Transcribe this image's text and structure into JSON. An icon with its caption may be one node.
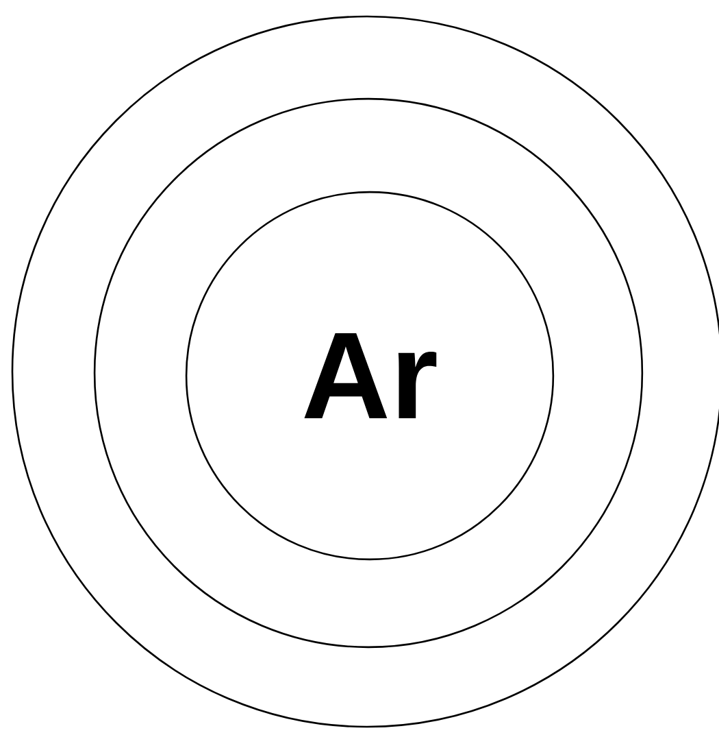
{
  "diagram": {
    "nodes": [
      {
        "text": [],
        "shape": "circle"
      },
      {
        "text": [],
        "shape": "circle",
        "in": 0
      },
      {
        "text": [
          "Ar"
        ],
        "in": 1
      }
    ]
  }
}
